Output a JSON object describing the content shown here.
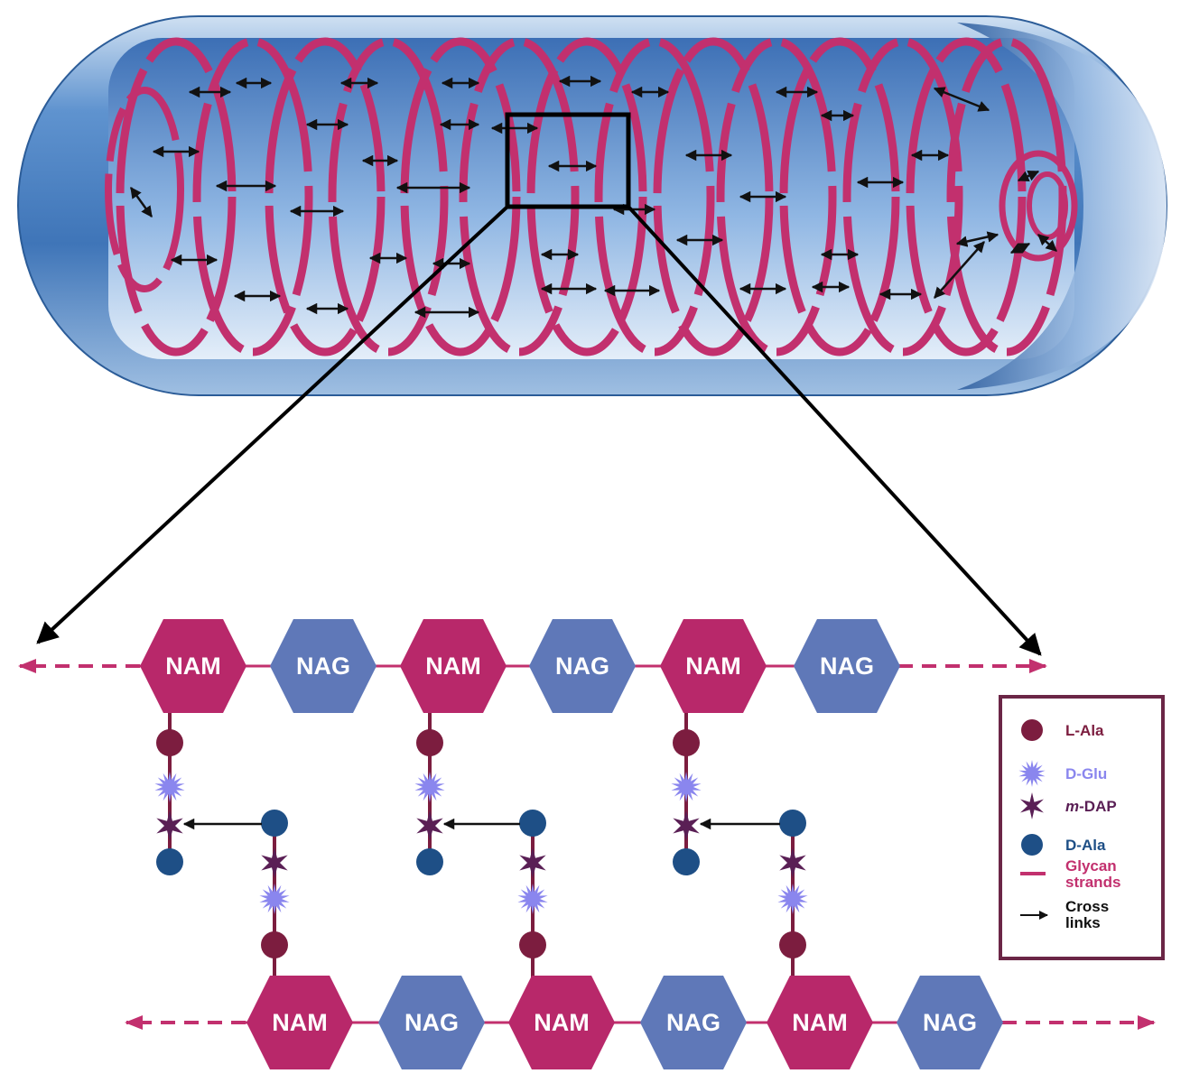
{
  "colors": {
    "nam": "#b8286a",
    "nag": "#5f78b8",
    "glycan": "#c2306e",
    "l_ala": "#7c1d3f",
    "d_glu": "#8a86ee",
    "m_dap": "#5a1f55",
    "d_ala": "#1e4f86",
    "cross_link": "#111111",
    "legend_border": "#6b2646",
    "cell_body": "#7aa8dc"
  },
  "units": {
    "nam_label": "NAM",
    "nag_label": "NAG"
  },
  "legend": {
    "items": [
      {
        "label": "L-Ala",
        "symbol": "l-ala-circle",
        "color": "#7c1d3f"
      },
      {
        "label": "D-Glu",
        "symbol": "d-glu-starburst",
        "color": "#8a86ee"
      },
      {
        "prefix": "m",
        "label": "-DAP",
        "symbol": "m-dap-star",
        "color": "#5a1f55"
      },
      {
        "label": "D-Ala",
        "symbol": "d-ala-circle",
        "color": "#1e4f86"
      },
      {
        "label": "Glycan",
        "label2": "strands",
        "symbol": "glycan-line",
        "color": "#c2306e"
      },
      {
        "label": "Cross",
        "label2": "links",
        "symbol": "cross-link-arrow",
        "color": "#111111"
      }
    ]
  }
}
